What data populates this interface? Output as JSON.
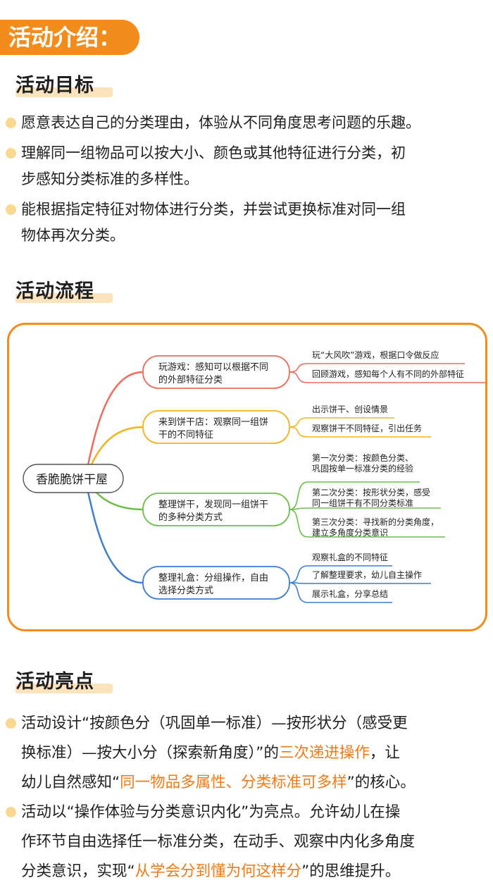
{
  "header": {
    "title": "活动介绍："
  },
  "goals": {
    "title": "活动目标",
    "items": [
      {
        "lines": [
          "愿意表达自己的分类理由，体验从不同角度思考问题的乐趣。"
        ]
      },
      {
        "lines": [
          "理解同一组物品可以按大小、颜色或其他特征进行分类，初",
          "步感知分类标准的多样性。"
        ]
      },
      {
        "lines": [
          "能根据指定特征对物体进行分类，并尝试更换标准对同一组",
          "物体再次分类。"
        ]
      }
    ]
  },
  "process": {
    "title": "活动流程",
    "mindmap": {
      "root": "香脆脆饼干屋",
      "branches": [
        {
          "color": "#ef6b5b",
          "lines": [
            "玩游戏：感知可以根据不同",
            "的外部特征分类"
          ],
          "leaves": [
            [
              "玩“大风吹”游戏，根据口令做反应"
            ],
            [
              "回顾游戏，感知每个人有不同的外部特征"
            ]
          ]
        },
        {
          "color": "#f5b21b",
          "lines": [
            "来到饼干店：观察同一组饼",
            "干的不同特征"
          ],
          "leaves": [
            [
              "出示饼干、创设情景"
            ],
            [
              "观察饼干不同特征，引出任务"
            ]
          ]
        },
        {
          "color": "#6cc04a",
          "lines": [
            "整理饼干，发现同一组饼干",
            "的多种分类方式"
          ],
          "leaves": [
            [
              "第一次分类：按颜色分类、",
              "巩固按单一标准分类的经验"
            ],
            [
              "第二次分类：按形状分类，感受",
              "同一组饼干有不同分类标准"
            ],
            [
              "第三次分类：寻找新的分类角度，",
              "建立多角度分类意识"
            ]
          ]
        },
        {
          "color": "#3b7fd0",
          "lines": [
            "整理礼盒：分组操作，自由",
            "选择分类方式"
          ],
          "leaves": [
            [
              "观察礼盒的不同特征"
            ],
            [
              "了解整理要求，幼儿自主操作"
            ],
            [
              "展示礼盒，分享总结"
            ]
          ]
        }
      ]
    }
  },
  "highlights": {
    "title": "活动亮点",
    "items": [
      {
        "lines": [
          [
            {
              "t": "活动设计“按颜色分（巩固单一标准）—按形状分（感受更"
            }
          ],
          [
            {
              "t": "换标准）—按大小分（探索新角度）”的"
            },
            {
              "t": "三次递进操作",
              "hl": true
            },
            {
              "t": "，让"
            }
          ],
          [
            {
              "t": "幼儿自然感知“"
            },
            {
              "t": "同一物品多属性、分类标准可多样",
              "hl": true
            },
            {
              "t": "”的核心。"
            }
          ]
        ]
      },
      {
        "lines": [
          [
            {
              "t": "活动以“操作体验与分类意识内化”为亮点。允许幼儿在操"
            }
          ],
          [
            {
              "t": "作环节自由选择任一标准分类，在动手、观察中内化多角度"
            }
          ],
          [
            {
              "t": "分类意识，实现“"
            },
            {
              "t": "从学会分到懂为何这样分",
              "hl": true
            },
            {
              "t": "”的思维提升。"
            }
          ]
        ]
      }
    ]
  }
}
